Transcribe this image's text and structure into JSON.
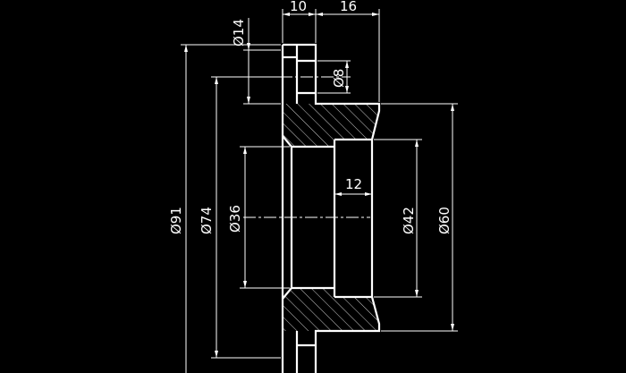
{
  "dimensions": {
    "d14": "Ø14",
    "w10": "10",
    "w16": "16",
    "d8": "Ø8",
    "d91": "Ø91",
    "d74": "Ø74",
    "d36": "Ø36",
    "l12": "12",
    "d42": "Ø42",
    "d60": "Ø60"
  },
  "colors": {
    "background": "#000000",
    "lines": "#ffffff"
  }
}
